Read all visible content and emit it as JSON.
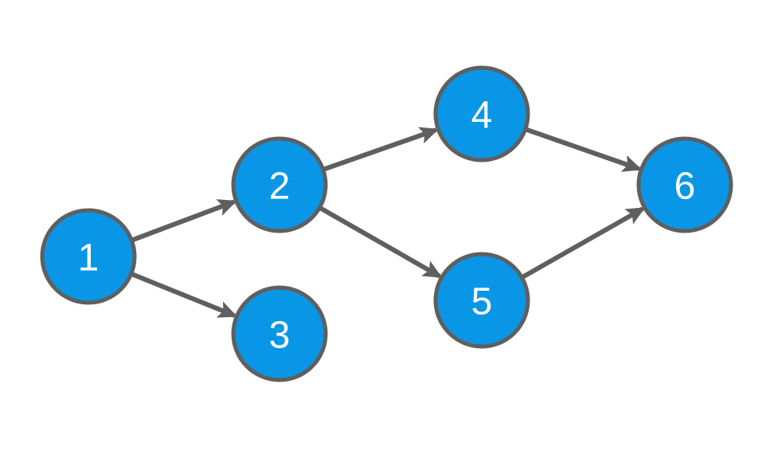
{
  "colors": {
    "node_fill": "#0a96e6",
    "node_stroke": "#5f5f5f",
    "edge": "#5f5f5f",
    "label": "#ffffff"
  },
  "nodes": [
    {
      "id": "1",
      "label": "1"
    },
    {
      "id": "2",
      "label": "2"
    },
    {
      "id": "3",
      "label": "3"
    },
    {
      "id": "4",
      "label": "4"
    },
    {
      "id": "5",
      "label": "5"
    },
    {
      "id": "6",
      "label": "6"
    }
  ],
  "edges": [
    {
      "from": "1",
      "to": "2"
    },
    {
      "from": "1",
      "to": "3"
    },
    {
      "from": "2",
      "to": "4"
    },
    {
      "from": "2",
      "to": "5"
    },
    {
      "from": "4",
      "to": "6"
    },
    {
      "from": "5",
      "to": "6"
    }
  ]
}
